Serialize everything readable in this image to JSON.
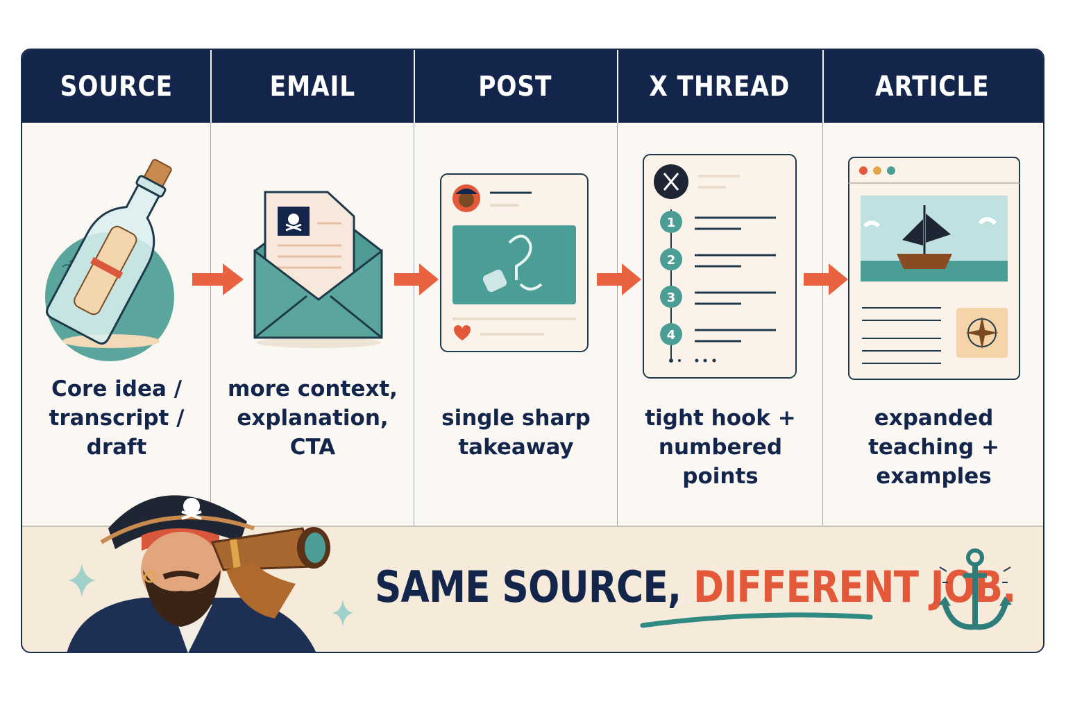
{
  "columns": [
    {
      "title": "SOURCE",
      "caption": "Core idea /\ntranscript /\ndraft"
    },
    {
      "title": "EMAIL",
      "caption": "more context,\nexplanation,\nCTA"
    },
    {
      "title": "POST",
      "caption": "single sharp\ntakeaway"
    },
    {
      "title": "X THREAD",
      "caption": "tight hook +\nnumbered\npoints"
    },
    {
      "title": "ARTICLE",
      "caption": "expanded\nteaching +\nexamples"
    }
  ],
  "thread_numbers": [
    "1",
    "2",
    "3",
    "4"
  ],
  "banner": {
    "part1": "SAME SOURCE, ",
    "part2": "DIFFERENT JOB."
  },
  "colors": {
    "navy": "#13254a",
    "teal": "#4a9e96",
    "orange": "#e4583a",
    "cream": "#f6eadb"
  },
  "icons": [
    "bottle-message-icon",
    "envelope-icon",
    "post-card-icon",
    "thread-card-icon",
    "article-window-icon",
    "pirate-illustration",
    "anchor-icon",
    "arrow-icon"
  ]
}
